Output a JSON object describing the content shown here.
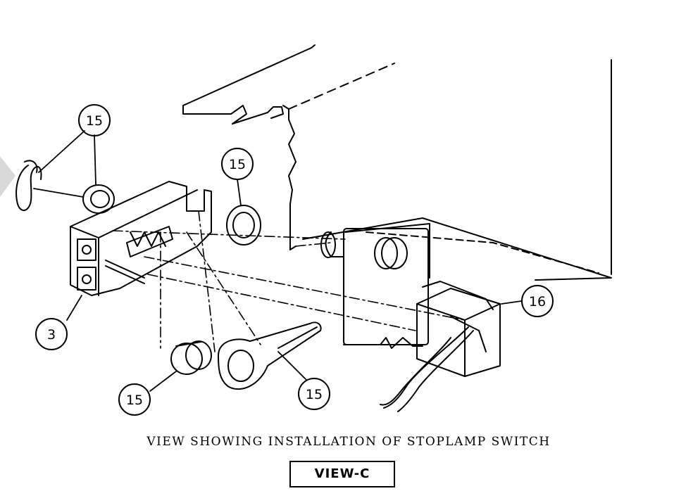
{
  "caption": "VIEW SHOWING INSTALLATION OF STOPLAMP SWITCH",
  "view_label": "VIEW-C",
  "callouts": {
    "c15_top_left": "15",
    "c15_center": "15",
    "c3": "3",
    "c16": "16",
    "c15_bottom_left": "15",
    "c15_bottom_right": "15"
  }
}
